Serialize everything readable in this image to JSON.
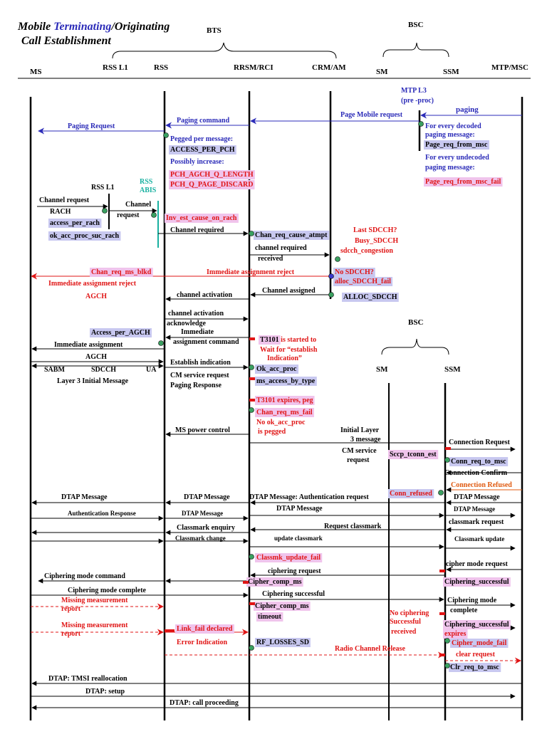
{
  "colors": {
    "black": "#000000",
    "blue": "#2b2bb8",
    "red": "#e01515",
    "orange": "#e05a10",
    "teal": "#18b0a0",
    "highlight_blue": "#c8c8f0",
    "highlight_pink": "#f0c4ec",
    "node_green": "#3aa060"
  },
  "title": {
    "part1": "Mobile ",
    "part2": "Terminating",
    "part3": "/Originating",
    "line2": "Call Establishment"
  },
  "groups": {
    "bts": "BTS",
    "bsc_top": "BSC",
    "bsc_mid": "BSC"
  },
  "columns": {
    "ms": "MS",
    "rss_l1": "RSS L1",
    "rss": "RSS",
    "rrsm": "RRSM/RCI",
    "crm": "CRM/AM",
    "sm": "SM",
    "ssm": "SSM",
    "mtp": "MTP/MSC",
    "sm_mid": "SM",
    "ssm_mid": "SSM",
    "rss_l1_mid": "RSS L1",
    "rss_abis_1": "RSS",
    "rss_abis_2": "ABIS"
  },
  "labels": [
    {
      "id": "mtp-l3-1",
      "text": "MTP L3",
      "color": "blue",
      "hl": ""
    },
    {
      "id": "mtp-l3-2",
      "text": "(pre -proc)",
      "color": "blue",
      "hl": ""
    },
    {
      "id": "paging",
      "text": "paging",
      "color": "blue",
      "hl": ""
    },
    {
      "id": "page-mobile-request",
      "text": "Page Mobile request",
      "color": "blue",
      "hl": ""
    },
    {
      "id": "paging-command",
      "text": "Paging command",
      "color": "blue",
      "hl": ""
    },
    {
      "id": "paging-request",
      "text": "Paging Request",
      "color": "blue",
      "hl": ""
    },
    {
      "id": "for-every-decoded-1",
      "text": "For every decoded",
      "color": "blue",
      "hl": ""
    },
    {
      "id": "for-every-decoded-2",
      "text": "paging message:",
      "color": "blue",
      "hl": ""
    },
    {
      "id": "page-req-from-msc",
      "text": "Page_req_from_msc",
      "color": "black",
      "hl": "blue"
    },
    {
      "id": "for-every-undecoded-1",
      "text": "For every undecoded",
      "color": "blue",
      "hl": ""
    },
    {
      "id": "for-every-undecoded-2",
      "text": "paging message:",
      "color": "blue",
      "hl": ""
    },
    {
      "id": "page-req-from-msc-fail",
      "text": "Page_req_from_msc_fail",
      "color": "red",
      "hl": "pink"
    },
    {
      "id": "pegged-per-message",
      "text": "Pegged per message:",
      "color": "blue",
      "hl": ""
    },
    {
      "id": "access-per-pch",
      "text": "ACCESS_PER_PCH",
      "color": "black",
      "hl": "blue"
    },
    {
      "id": "possibly-increase",
      "text": "Possibly increase:",
      "color": "blue",
      "hl": ""
    },
    {
      "id": "pch-agch-q-length",
      "text": "PCH_AGCH_Q_LENGTH",
      "color": "red",
      "hl": "pink"
    },
    {
      "id": "pch-q-page-discard",
      "text": "PCH_Q_PAGE_DISCARD",
      "color": "red",
      "hl": "pink"
    },
    {
      "id": "channel-request",
      "text": "Channel request",
      "color": "black",
      "hl": ""
    },
    {
      "id": "rach",
      "text": "RACH",
      "color": "black",
      "hl": ""
    },
    {
      "id": "access-per-rach",
      "text": "access_per_rach",
      "color": "black",
      "hl": "blue"
    },
    {
      "id": "ok-acc-proc-suc-rach",
      "text": "ok_acc_proc_suc_rach",
      "color": "black",
      "hl": "blue"
    },
    {
      "id": "channel-request-2a",
      "text": "Channel",
      "color": "black",
      "hl": ""
    },
    {
      "id": "channel-request-2b",
      "text": "request",
      "color": "black",
      "hl": ""
    },
    {
      "id": "inv-est-cause-on-rach",
      "text": "Inv_est_cause_on_rach",
      "color": "red",
      "hl": "pink"
    },
    {
      "id": "channel-required",
      "text": "Channel required",
      "color": "black",
      "hl": ""
    },
    {
      "id": "chan-req-cause-atmpt",
      "text": "Chan_req_cause_atmpt",
      "color": "black",
      "hl": "blue"
    },
    {
      "id": "last-sdcch",
      "text": "Last SDCCH?",
      "color": "red",
      "hl": ""
    },
    {
      "id": "busy-sdcch",
      "text": "Busy_SDCCH",
      "color": "red",
      "hl": ""
    },
    {
      "id": "sdcch-congestion",
      "text": "sdcch_congestion",
      "color": "red",
      "hl": ""
    },
    {
      "id": "channel-required-received-1",
      "text": "channel required",
      "color": "black",
      "hl": ""
    },
    {
      "id": "channel-required-received-2",
      "text": "received",
      "color": "black",
      "hl": ""
    },
    {
      "id": "chan-req-ms-blkd",
      "text": "Chan_req_ms_blkd",
      "color": "red",
      "hl": "pink"
    },
    {
      "id": "immediate-assignment-reject",
      "text": "Immediate  assignment reject",
      "color": "red",
      "hl": ""
    },
    {
      "id": "no-sdcch",
      "text": "No SDCCH?",
      "color": "red",
      "hl": "blue"
    },
    {
      "id": "alloc-sdcch-fail",
      "text": "alloc_SDCCH_fail",
      "color": "red",
      "hl": "blue"
    },
    {
      "id": "immediate-assignment-reject-2",
      "text": "Immediate assignment reject",
      "color": "red",
      "hl": ""
    },
    {
      "id": "agch-red",
      "text": "AGCH",
      "color": "red",
      "hl": ""
    },
    {
      "id": "channel-assigned",
      "text": "Channel  assigned",
      "color": "black",
      "hl": ""
    },
    {
      "id": "alloc-sdcch",
      "text": "ALLOC_SDCCH",
      "color": "black",
      "hl": "blue"
    },
    {
      "id": "channel-activation",
      "text": "channel  activation",
      "color": "black",
      "hl": ""
    },
    {
      "id": "channel-activation-ack-1",
      "text": "channel  activation",
      "color": "black",
      "hl": ""
    },
    {
      "id": "channel-activation-ack-2",
      "text": "acknowledge",
      "color": "black",
      "hl": ""
    },
    {
      "id": "access-per-agch",
      "text": "Access_per_AGCH",
      "color": "black",
      "hl": "blue"
    },
    {
      "id": "immediate-assignment-command-1",
      "text": "Immediate",
      "color": "black",
      "hl": ""
    },
    {
      "id": "immediate-assignment-command-2",
      "text": "assignment command",
      "color": "black",
      "hl": ""
    },
    {
      "id": "immediate-assignment",
      "text": "Immediate assignment",
      "color": "black",
      "hl": ""
    },
    {
      "id": "agch",
      "text": "AGCH",
      "color": "black",
      "hl": ""
    },
    {
      "id": "t3101-started-1",
      "text": "T3101",
      "color": "black",
      "hl": "pink"
    },
    {
      "id": "t3101-started-2",
      "text": " is started to",
      "color": "red",
      "hl": ""
    },
    {
      "id": "wait-for-1",
      "text": "Wait for  “establish",
      "color": "red",
      "hl": ""
    },
    {
      "id": "wait-for-2",
      "text": "Indication”",
      "color": "red",
      "hl": ""
    },
    {
      "id": "sabm",
      "text": "SABM",
      "color": "black",
      "hl": ""
    },
    {
      "id": "sdcch",
      "text": "SDCCH",
      "color": "black",
      "hl": ""
    },
    {
      "id": "ua",
      "text": "UA",
      "color": "black",
      "hl": ""
    },
    {
      "id": "layer3-initial-message",
      "text": "Layer 3 Initial  Message",
      "color": "black",
      "hl": ""
    },
    {
      "id": "establish-indication",
      "text": "Establish indication",
      "color": "black",
      "hl": ""
    },
    {
      "id": "cm-service-request",
      "text": "CM  service request",
      "color": "black",
      "hl": ""
    },
    {
      "id": "paging-response",
      "text": "Paging Response",
      "color": "black",
      "hl": ""
    },
    {
      "id": "ok-acc-proc",
      "text": "Ok_acc_proc",
      "color": "black",
      "hl": "blue"
    },
    {
      "id": "ms-access-by-type",
      "text": "ms_access_by_type",
      "color": "black",
      "hl": "blue"
    },
    {
      "id": "t3101-expires",
      "text": " T3101 expires, peg",
      "color": "red",
      "hl": "pink"
    },
    {
      "id": "chan-req-ms-fail",
      "text": "Chan_req_ms_fail",
      "color": "red",
      "hl": "pink"
    },
    {
      "id": "no-ok-acc-proc-1",
      "text": "No ok_acc_proc",
      "color": "red",
      "hl": ""
    },
    {
      "id": "no-ok-acc-proc-2",
      "text": "is pegged",
      "color": "red",
      "hl": ""
    },
    {
      "id": "ms-power-control",
      "text": "MS power control",
      "color": "black",
      "hl": ""
    },
    {
      "id": "initial-layer3-1",
      "text": "Initial Layer",
      "color": "black",
      "hl": ""
    },
    {
      "id": "initial-layer3-2",
      "text": "3 message",
      "color": "black",
      "hl": ""
    },
    {
      "id": "cm-service-request-2a",
      "text": "CM   service",
      "color": "black",
      "hl": ""
    },
    {
      "id": "cm-service-request-2b",
      "text": "request",
      "color": "black",
      "hl": ""
    },
    {
      "id": "sccp-tconn-est",
      "text": "Sccp_tconn_est",
      "color": "black",
      "hl": "pink"
    },
    {
      "id": "connection-request",
      "text": "Connection Request",
      "color": "black",
      "hl": ""
    },
    {
      "id": "conn-req-to-msc",
      "text": "Conn_req_to_msc",
      "color": "black",
      "hl": "blue"
    },
    {
      "id": "connection-confirm",
      "text": "Connection Confirm",
      "color": "black",
      "hl": ""
    },
    {
      "id": "connection-refused",
      "text": "Connection Refused",
      "color": "orange",
      "hl": ""
    },
    {
      "id": "conn-refused",
      "text": "Conn_refused",
      "color": "red",
      "hl": "blue"
    },
    {
      "id": "dtap-message-1",
      "text": "DTAP Message",
      "color": "black",
      "hl": ""
    },
    {
      "id": "dtap-message-2",
      "text": "DTAP Message",
      "color": "black",
      "hl": ""
    },
    {
      "id": "dtap-message-auth-request",
      "text": "DTAP Message: Authentication request",
      "color": "black",
      "hl": ""
    },
    {
      "id": "dtap-message-3",
      "text": "DTAP Message",
      "color": "black",
      "hl": ""
    },
    {
      "id": "dtap-message-4",
      "text": "DTAP Message",
      "color": "black",
      "hl": ""
    },
    {
      "id": "authentication-response",
      "text": "Authentication Response",
      "color": "black",
      "hl": ""
    },
    {
      "id": "dtap-message-5",
      "text": "DTAP Message",
      "color": "black",
      "hl": ""
    },
    {
      "id": "dtap-message-6",
      "text": "DTAP Message",
      "color": "black",
      "hl": ""
    },
    {
      "id": "classmark-request",
      "text": "classmark request",
      "color": "black",
      "hl": ""
    },
    {
      "id": "classmark-enquiry",
      "text": "Classmark enquiry",
      "color": "black",
      "hl": ""
    },
    {
      "id": "request-classmark",
      "text": "Request   classmark",
      "color": "black",
      "hl": ""
    },
    {
      "id": "classmark-change",
      "text": "Classmark change",
      "color": "black",
      "hl": ""
    },
    {
      "id": "update-classmark",
      "text": "update classmark",
      "color": "black",
      "hl": ""
    },
    {
      "id": "classmark-update",
      "text": "Classmark update",
      "color": "black",
      "hl": ""
    },
    {
      "id": "classmk-update-fail",
      "text": "Classmk_update_fail",
      "color": "red",
      "hl": "pink"
    },
    {
      "id": "cipher-mode-request",
      "text": "cipher mode request",
      "color": "black",
      "hl": ""
    },
    {
      "id": "ciphering-mode-command",
      "text": "Ciphering mode command",
      "color": "black",
      "hl": ""
    },
    {
      "id": "ciphering-request",
      "text": "ciphering request",
      "color": "black",
      "hl": ""
    },
    {
      "id": "cipher-comp-ms",
      "text": "Cipher_comp_ms",
      "color": "black",
      "hl": "pink"
    },
    {
      "id": "ciphering-successful-1",
      "text": "Ciphering_successful",
      "color": "black",
      "hl": "pink"
    },
    {
      "id": "ciphering-mode-complete",
      "text": "Ciphering mode complete",
      "color": "black",
      "hl": ""
    },
    {
      "id": "ciphering-successful",
      "text": "Ciphering successful",
      "color": "black",
      "hl": ""
    },
    {
      "id": "ciphering-mode-complete-2a",
      "text": "Ciphering mode",
      "color": "black",
      "hl": ""
    },
    {
      "id": "ciphering-mode-complete-2b",
      "text": "complete",
      "color": "black",
      "hl": ""
    },
    {
      "id": "missing-measurement-1a",
      "text": "Missing measurement",
      "color": "red",
      "hl": ""
    },
    {
      "id": "missing-measurement-1b",
      "text": "report",
      "color": "red",
      "hl": ""
    },
    {
      "id": "cipher-comp-ms-timeout-1",
      "text": "Cipher_comp_ms",
      "color": "black",
      "hl": "pink"
    },
    {
      "id": "cipher-comp-ms-timeout-2",
      "text": "timeout",
      "color": "black",
      "hl": "pink"
    },
    {
      "id": "no-ciphering-1",
      "text": "No ciphering",
      "color": "red",
      "hl": ""
    },
    {
      "id": "no-ciphering-2",
      "text": "Successful",
      "color": "red",
      "hl": ""
    },
    {
      "id": "no-ciphering-3",
      "text": "received",
      "color": "red",
      "hl": ""
    },
    {
      "id": "ciphering-successful-expires-1",
      "text": "Ciphering_successful",
      "color": "black",
      "hl": "pink"
    },
    {
      "id": "ciphering-successful-expires-2",
      "text": "expires",
      "color": "red",
      "hl": "pink"
    },
    {
      "id": "missing-measurement-2a",
      "text": "Missing measurement",
      "color": "red",
      "hl": ""
    },
    {
      "id": "missing-measurement-2b",
      "text": "report",
      "color": "red",
      "hl": ""
    },
    {
      "id": "link-fail-declared",
      "text": " Link_fail declared",
      "color": "red",
      "hl": "pink"
    },
    {
      "id": "error-indication",
      "text": "Error Indication",
      "color": "red",
      "hl": ""
    },
    {
      "id": "rf-losses-sd",
      "text": "RF_LOSSES_SD",
      "color": "black",
      "hl": "blue"
    },
    {
      "id": "cipher-mode-fail",
      "text": "Cipher_mode_fail",
      "color": "red",
      "hl": "blue"
    },
    {
      "id": "radio-channel-release",
      "text": "Radio Channel  Release",
      "color": "red",
      "hl": ""
    },
    {
      "id": "clear-request",
      "text": "clear request",
      "color": "red",
      "hl": ""
    },
    {
      "id": "clr-req-to-msc",
      "text": "Clr_req_to_msc",
      "color": "black",
      "hl": "blue"
    },
    {
      "id": "dtap-tmsi-reallocation",
      "text": "DTAP: TMSI reallocation",
      "color": "black",
      "hl": ""
    },
    {
      "id": "dtap-setup",
      "text": "DTAP: setup",
      "color": "black",
      "hl": ""
    },
    {
      "id": "dtap-call-proceeding",
      "text": "DTAP: call proceeding",
      "color": "black",
      "hl": ""
    }
  ]
}
